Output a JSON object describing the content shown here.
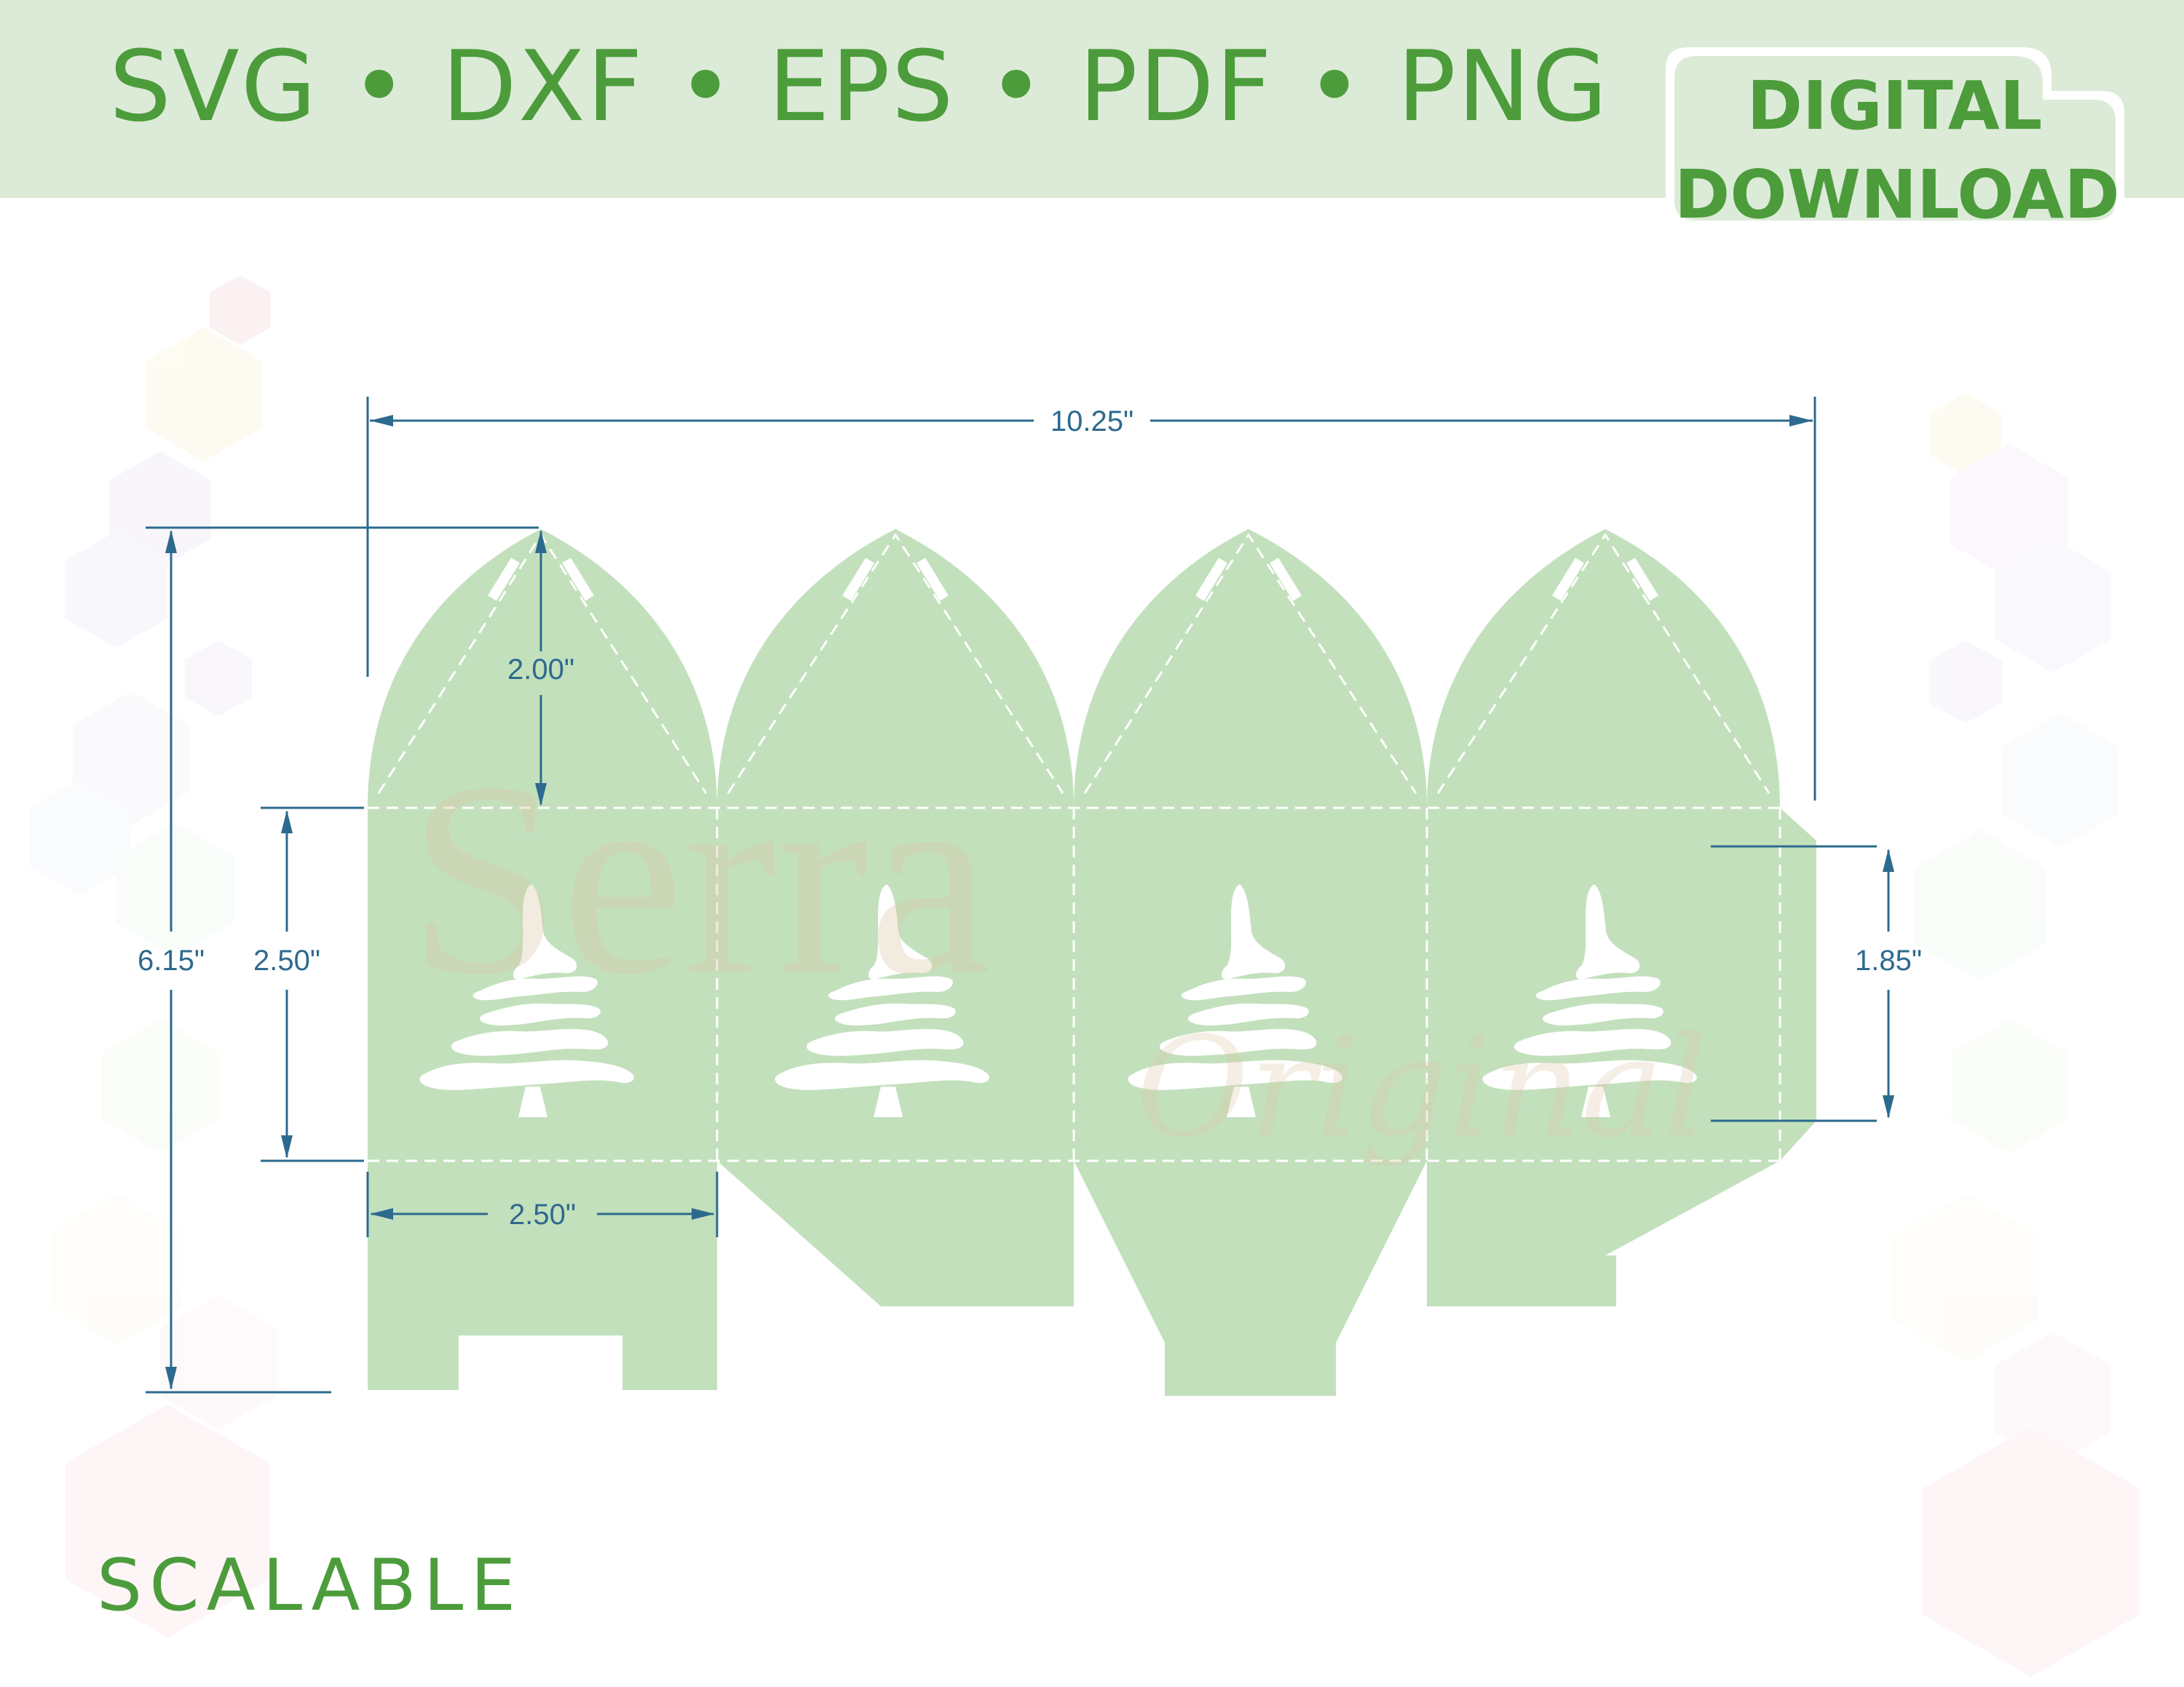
{
  "header": {
    "formats": "SVG • DXF • EPS • PDF • PNG"
  },
  "badge": {
    "line1": "DIGITAL",
    "line2": "DOWNLOAD"
  },
  "footer": {
    "label": "SCALABLE"
  },
  "watermark": {
    "text": "Serra",
    "subtext": "Original"
  },
  "dimensions": {
    "width_total": "10.25\"",
    "height_total": "6.15\"",
    "arch_height": "2.00\"",
    "panel_height": "2.50\"",
    "panel_width": "2.50\"",
    "flap_height": "1.85\""
  },
  "colors": {
    "banner": "#dcebd7",
    "accent": "#4c9c3c",
    "template_fill": "#c3e0bd",
    "dimension_line": "#2d6a8e"
  }
}
